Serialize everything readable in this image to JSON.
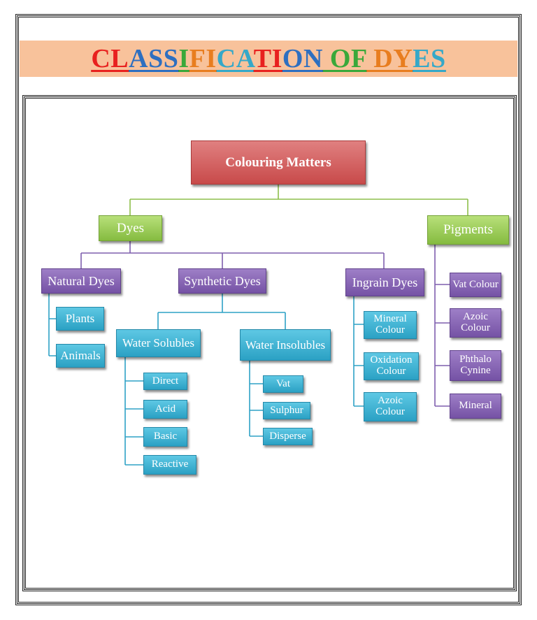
{
  "title": {
    "segments": [
      {
        "text": "CL",
        "color": "#e8211f"
      },
      {
        "text": "ASS",
        "color": "#2e6fc0"
      },
      {
        "text": "I",
        "color": "#3aa83a"
      },
      {
        "text": "FI",
        "color": "#e87d1f"
      },
      {
        "text": "CA",
        "color": "#36a8c8"
      },
      {
        "text": "TI",
        "color": "#e8211f"
      },
      {
        "text": "ON",
        "color": "#2e6fc0"
      },
      {
        "text": " OF",
        "color": "#3aa83a"
      },
      {
        "text": " DY",
        "color": "#e87d1f"
      },
      {
        "text": "ES",
        "color": "#36a8c8"
      }
    ]
  },
  "diagram": {
    "root": "Colouring Matters",
    "level1": {
      "dyes": "Dyes",
      "pigments": "Pigments"
    },
    "dyes_children": {
      "natural": "Natural Dyes",
      "synthetic": "Synthetic Dyes",
      "ingrain": "Ingrain Dyes"
    },
    "natural_children": [
      "Plants",
      "Animals"
    ],
    "synthetic_children": {
      "soluble": "Water Solubles",
      "insoluble": "Water Insolubles"
    },
    "soluble_children": [
      "Direct",
      "Acid",
      "Basic",
      "Reactive"
    ],
    "insoluble_children": [
      "Vat",
      "Sulphur",
      "Disperse"
    ],
    "ingrain_children": [
      "Mineral\nColour",
      "Oxidation\nColour",
      "Azoic\nColour"
    ],
    "pigment_children": [
      "Vat Colour",
      "Azoic\nColour",
      "Phthalo\nCynine",
      "Mineral"
    ]
  },
  "colors": {
    "root": "#c84a4a",
    "level1": "#85bb40",
    "category": "#7552a5",
    "leaf": "#2ba1c4",
    "title_band": "#f8c29b"
  }
}
